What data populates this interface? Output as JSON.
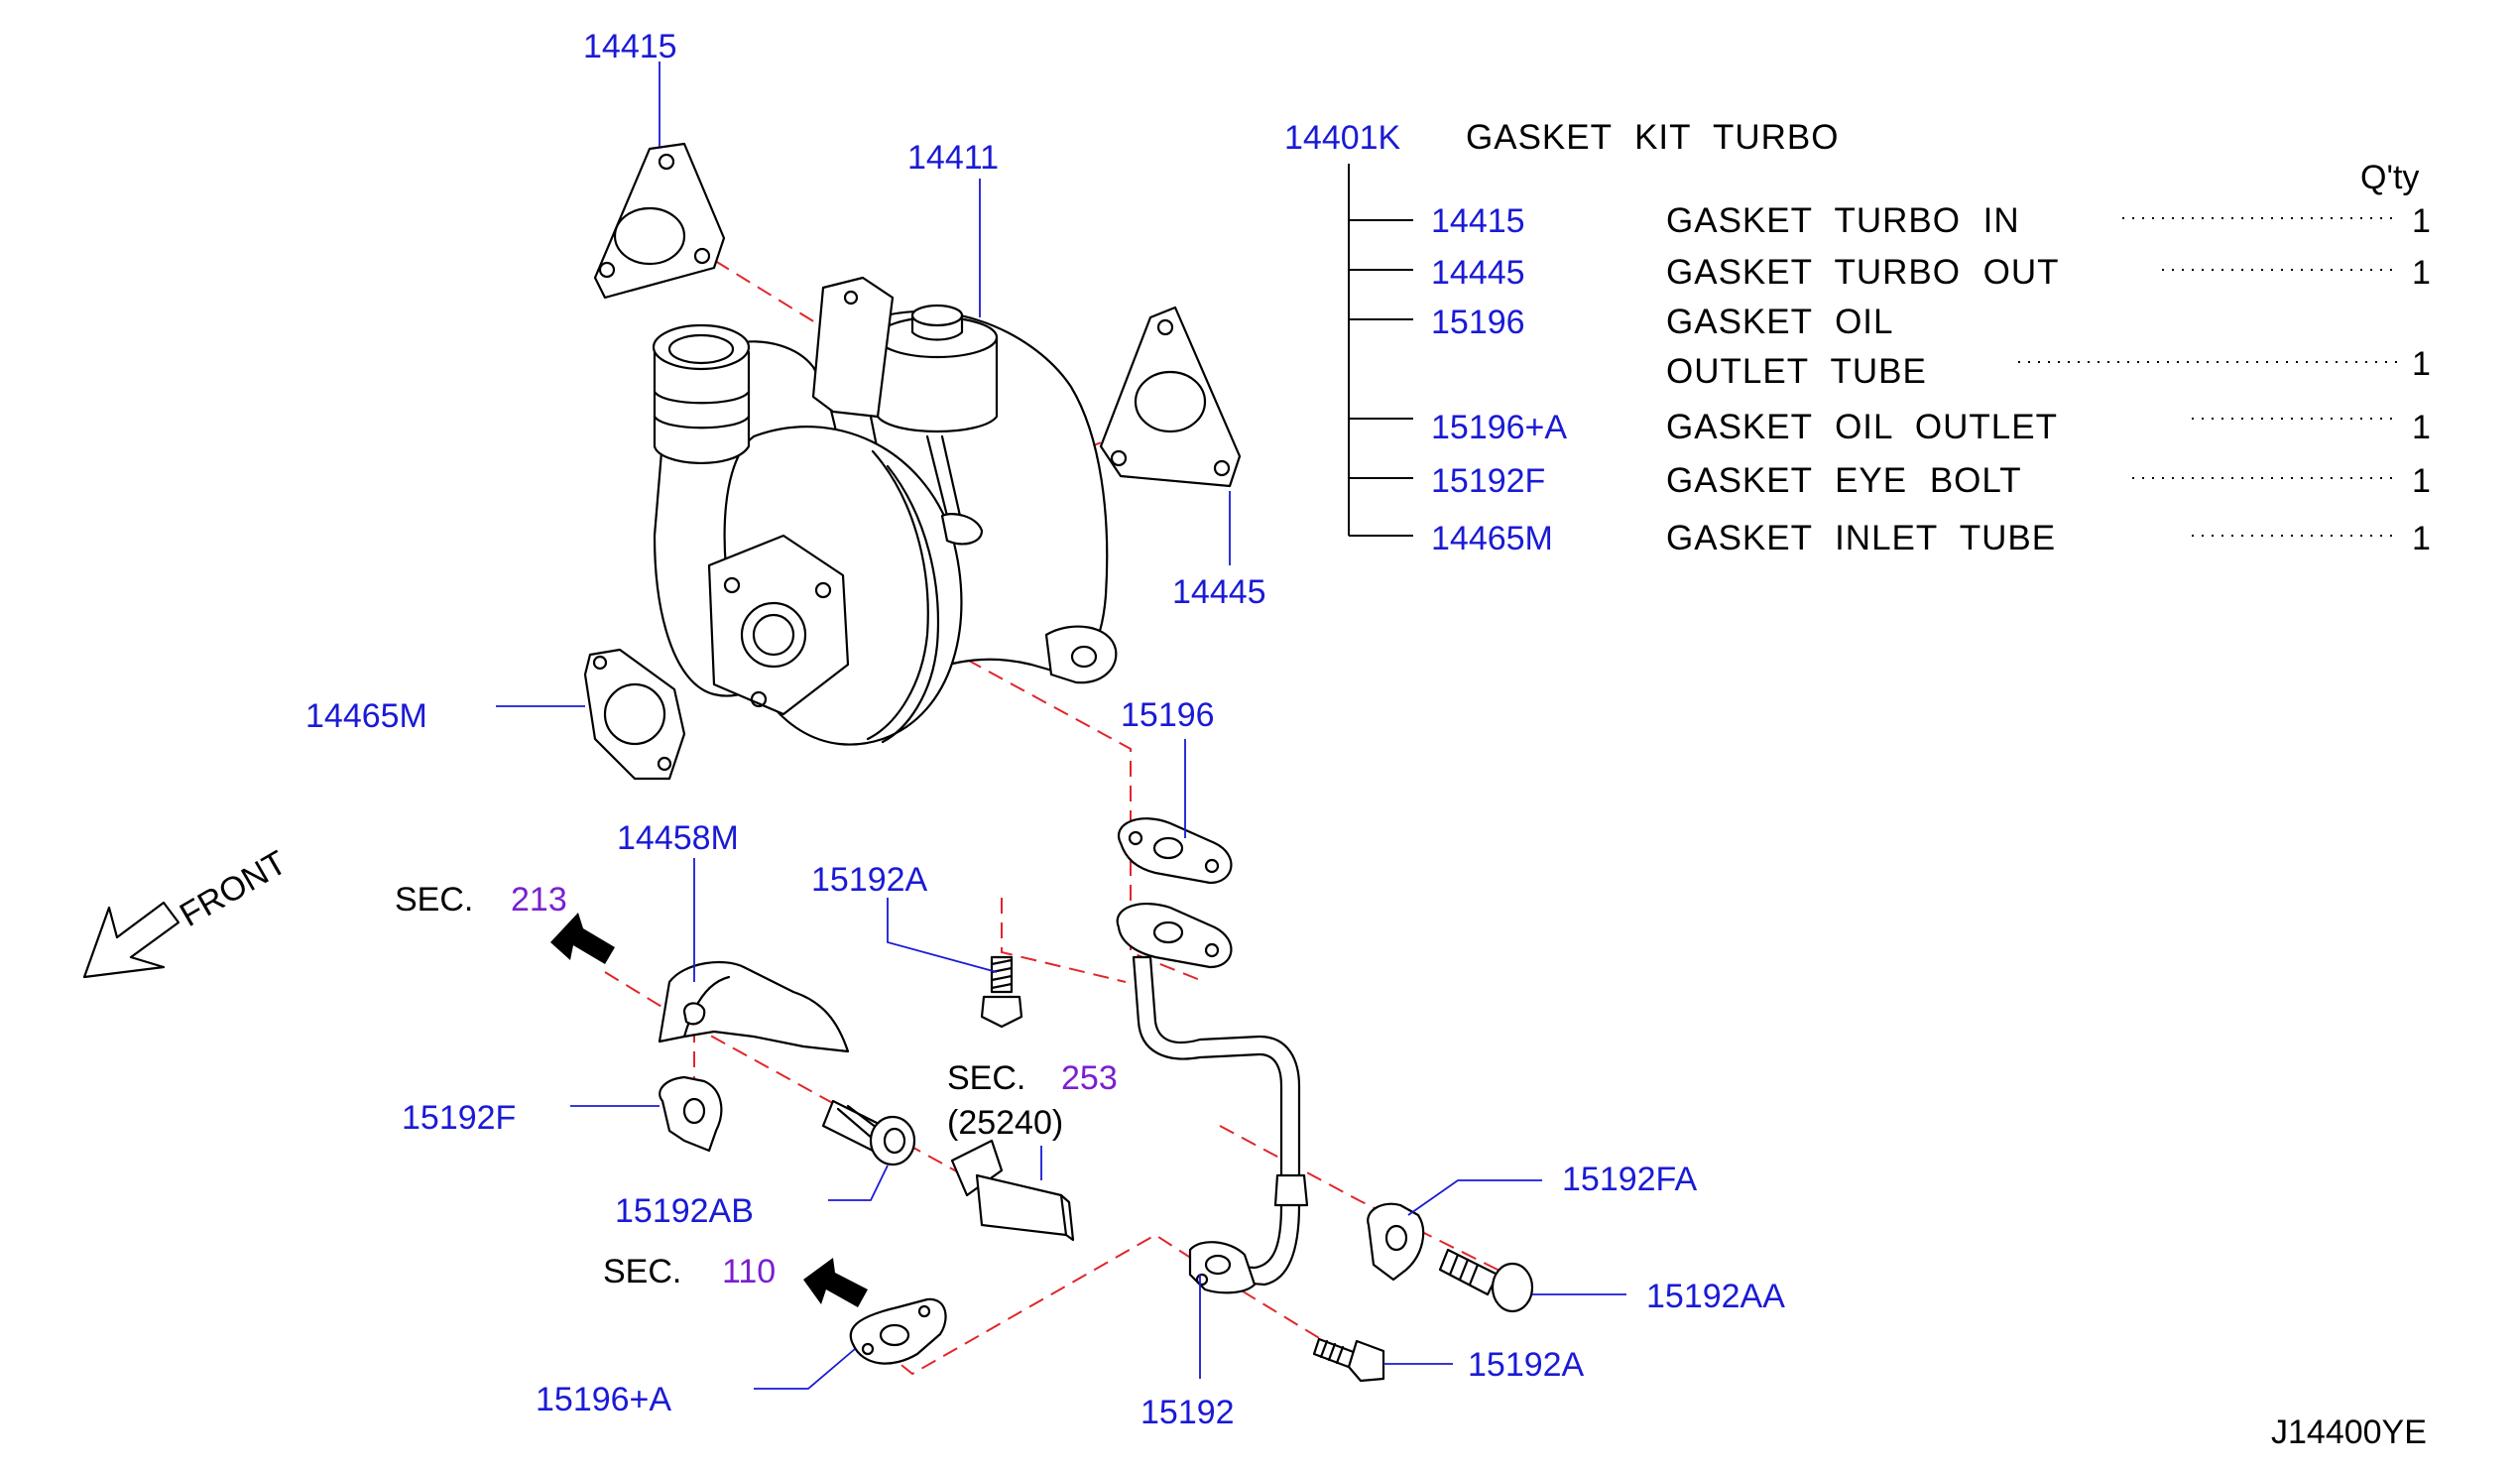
{
  "diagram_id": "J14400YE",
  "front_label": "FRONT",
  "callouts": {
    "c14415": "14415",
    "c14411": "14411",
    "c14445": "14445",
    "c14465m": "14465M",
    "c15196_top": "15196",
    "c14458m": "14458M",
    "c15192a_top": "15192A",
    "c15192f": "15192F",
    "c15192ab": "15192AB",
    "c15196a": "15196+A",
    "c15192": "15192",
    "c15192a_bottom": "15192A",
    "c15192aa": "15192AA",
    "c15192fa": "15192FA"
  },
  "sections": {
    "sec213": {
      "prefix": "SEC.",
      "number": "213"
    },
    "sec253": {
      "prefix": "SEC.",
      "number": "253",
      "sub": "(25240)"
    },
    "sec110": {
      "prefix": "SEC.",
      "number": "110"
    }
  },
  "kit": {
    "part_number": "14401K",
    "name": "GASKET KIT TURBO",
    "qty_header": "Q'ty",
    "items": [
      {
        "part_number": "14415",
        "desc": "GASKET TURBO IN",
        "qty": "1"
      },
      {
        "part_number": "14445",
        "desc": "GASKET TURBO OUT",
        "qty": "1"
      },
      {
        "part_number": "15196",
        "desc": "GASKET OIL",
        "desc2": "OUTLET TUBE",
        "qty": "1"
      },
      {
        "part_number": "15196+A",
        "desc": "GASKET OIL OUTLET",
        "qty": "1"
      },
      {
        "part_number": "15192F",
        "desc": "GASKET EYE BOLT",
        "qty": "1"
      },
      {
        "part_number": "14465M",
        "desc": "GASKET INLET TUBE",
        "qty": "1"
      }
    ]
  },
  "colors": {
    "part_number_text": "#1a1ad6",
    "section_number_text": "#7a1fd0",
    "alignment_dash": "#e0262b",
    "line_art": "#000000"
  }
}
